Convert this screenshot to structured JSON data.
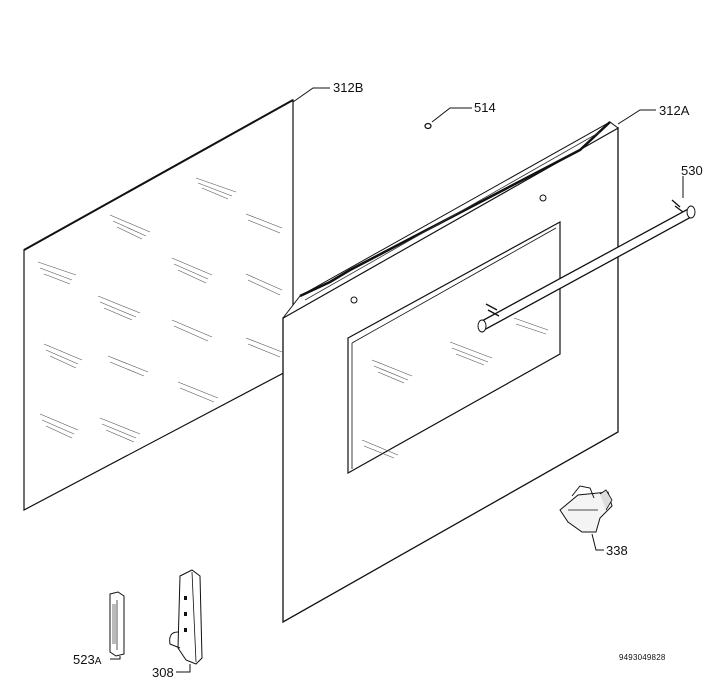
{
  "diagram": {
    "parts": [
      {
        "key": "glass_inner",
        "number": "312B",
        "suffix": ""
      },
      {
        "key": "glass_outer",
        "number": "312A",
        "suffix": ""
      },
      {
        "key": "screw",
        "number": "514",
        "suffix": ""
      },
      {
        "key": "handle",
        "number": "530",
        "suffix": ""
      },
      {
        "key": "hinge_cover",
        "number": "338",
        "suffix": ""
      },
      {
        "key": "strip",
        "number": "523",
        "suffix": "A"
      },
      {
        "key": "hinge",
        "number": "308",
        "suffix": ""
      }
    ],
    "drawing_code": "9493049828"
  }
}
